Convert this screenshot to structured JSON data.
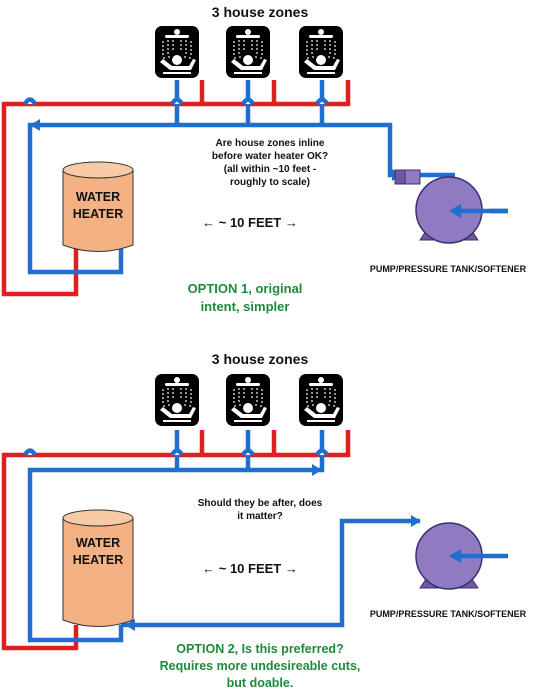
{
  "colors": {
    "hot": "#e02020",
    "cold": "#1f6fd0",
    "heater_fill": "#f4b183",
    "pump_fill": "#8f7bc2",
    "option_text": "#1e8a3c"
  },
  "icons": {
    "zone": "shower-icon",
    "heater": "water-heater-tank",
    "pump": "pump-icon"
  },
  "option1": {
    "zones_title": "3 house zones",
    "question": [
      "Are house zones inline",
      "before water heater OK?",
      "(all within ~10 feet -",
      "roughly to scale)"
    ],
    "distance": "← ~  10 FEET →",
    "heater_label": [
      "WATER",
      "HEATER"
    ],
    "pump_label": "PUMP/PRESSURE TANK/SOFTENER",
    "option_text": [
      "OPTION 1, original",
      "intent, simpler"
    ]
  },
  "option2": {
    "zones_title": "3 house zones",
    "question": [
      "Should they be after, does",
      "it matter?"
    ],
    "distance": "← ~  10 FEET →",
    "heater_label": [
      "WATER",
      "HEATER"
    ],
    "pump_label": "PUMP/PRESSURE TANK/SOFTENER",
    "option_text": [
      "OPTION 2, Is this preferred?",
      "Requires more undesireable cuts,",
      "but doable."
    ]
  }
}
